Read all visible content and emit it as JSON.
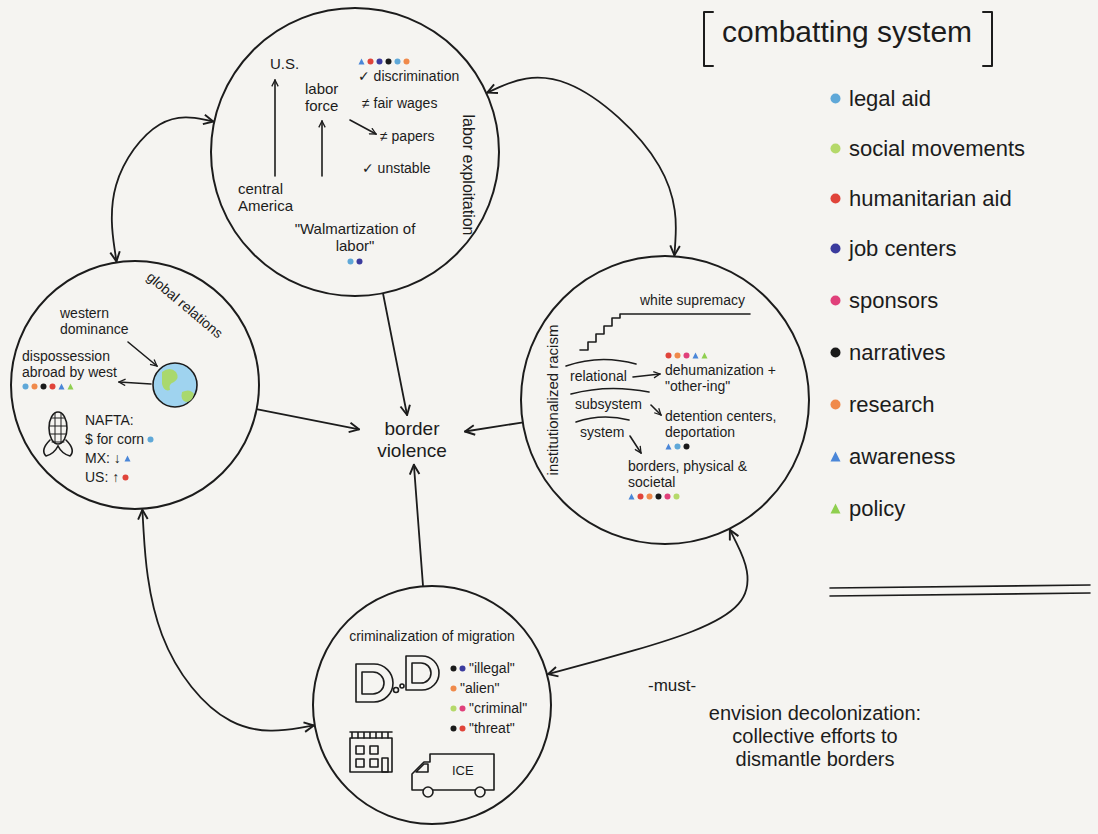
{
  "diagram": {
    "nodes": [
      {
        "text": [
          "labor exploitation",
          "U.S.",
          "labor force",
          "central America",
          "✓ discrimination",
          "≠ fair wages",
          "≠ papers",
          "✓ unstable",
          "\"Walmartization of labor\""
        ]
      },
      {
        "text": [
          "global relations",
          "western dominance",
          "dispossession abroad by west",
          "NAFTA:",
          "$ for corn",
          "MX: ↓",
          "US: ↑"
        ]
      },
      {
        "text": [
          "border violence"
        ]
      },
      {
        "text": [
          "institutionalized racism",
          "white supremacy",
          "relational",
          "subsystem",
          "system",
          "dehumanization + \"other-ing\"",
          "detention centers, deportation",
          "borders, physical & societal"
        ]
      },
      {
        "text": [
          "criminalization of migration",
          "\"illegal\"",
          "\"alien\"",
          "\"criminal\"",
          "\"threat\"",
          "ICE"
        ]
      }
    ],
    "edges": [
      {
        "from": 0,
        "to": 1,
        "arrow": "both"
      },
      {
        "from": 0,
        "to": 3,
        "arrow": "both"
      },
      {
        "from": 1,
        "to": 4,
        "arrow": "both"
      },
      {
        "from": 4,
        "to": 3,
        "arrow": "both"
      },
      {
        "from": 0,
        "to": 2,
        "arrow": "to"
      },
      {
        "from": 1,
        "to": 2,
        "arrow": "to"
      },
      {
        "from": 3,
        "to": 2,
        "arrow": "to"
      },
      {
        "from": 4,
        "to": 2,
        "arrow": "to"
      }
    ],
    "labels": [
      "combatting system",
      "-must-",
      "envision decolonization: collective efforts to dismantle borders"
    ],
    "legend": [
      {
        "text": "legal aid",
        "color": "#5fa8d8"
      },
      {
        "text": "social movements",
        "color": "#b5d96a"
      },
      {
        "text": "humanitarian aid",
        "color": "#e0443a"
      },
      {
        "text": "job centers",
        "color": "#3b3b9e"
      },
      {
        "text": "sponsors",
        "color": "#e0407a"
      },
      {
        "text": "narratives",
        "color": "#1a1a1a"
      },
      {
        "text": "research",
        "color": "#f08a4b"
      },
      {
        "text": "awareness",
        "color": "#4a86d8"
      },
      {
        "text": "policy",
        "color": "#8fcf4f"
      }
    ]
  }
}
